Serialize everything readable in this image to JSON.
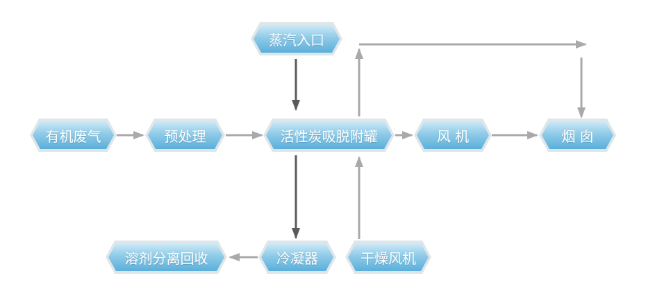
{
  "nodes": {
    "steam_inlet": "蒸汽入口",
    "waste_gas": "有机废气",
    "pretreatment": "预处理",
    "adsorption_tank": "活性炭吸脱附罐",
    "fan": "风 机",
    "chimney": "烟 囱",
    "solvent_recovery": "溶剂分离回收",
    "condenser": "冷凝器",
    "drying_fan": "干燥风机"
  },
  "colors": {
    "node_fill_top": "#cdeaf7",
    "node_fill_bottom": "#5aafdb",
    "node_border": "#dfe6ea",
    "arrow_light": "#a9a9a9",
    "arrow_dark": "#5a5a5a"
  }
}
